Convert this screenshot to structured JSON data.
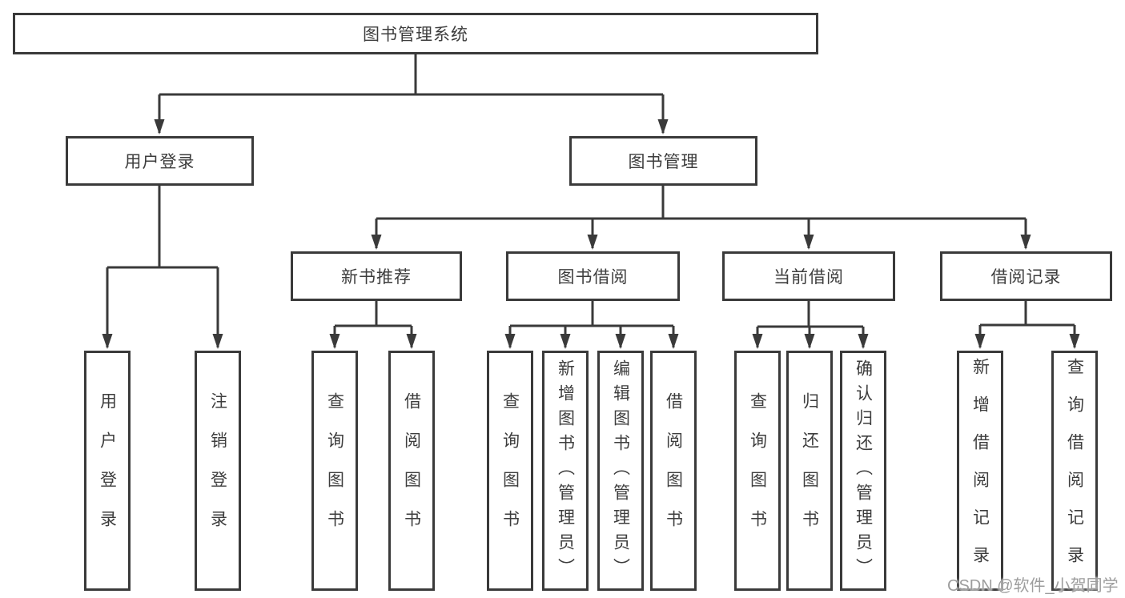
{
  "diagram": {
    "type": "hierarchy-diagram",
    "colors": {
      "line": "#3a3a3a",
      "box_border": "#3a3a3a",
      "box_fill": "#ffffff",
      "text": "#3d3d3d",
      "background": "#ffffff",
      "watermark_text": "#9d9d9d"
    },
    "tree": {
      "label": "图书管理系统",
      "children": [
        {
          "label": "用户登录",
          "children": [
            {
              "label": "用户登录"
            },
            {
              "label": "注销登录"
            }
          ]
        },
        {
          "label": "图书管理",
          "children": [
            {
              "label": "新书推荐",
              "children": [
                {
                  "label": "查询图书"
                },
                {
                  "label": "借阅图书"
                }
              ]
            },
            {
              "label": "图书借阅",
              "children": [
                {
                  "label": "查询图书"
                },
                {
                  "label": "新增图书（管理员）"
                },
                {
                  "label": "编辑图书（管理员）"
                },
                {
                  "label": "借阅图书"
                }
              ]
            },
            {
              "label": "当前借阅",
              "children": [
                {
                  "label": "查询图书"
                },
                {
                  "label": "归还图书"
                },
                {
                  "label": "确认归还（管理员）"
                }
              ]
            },
            {
              "label": "借阅记录",
              "children": [
                {
                  "label": "新增借阅记录"
                },
                {
                  "label": "查询借阅记录"
                }
              ]
            }
          ]
        }
      ]
    },
    "watermark": "CSDN @软件_小贺同学"
  }
}
